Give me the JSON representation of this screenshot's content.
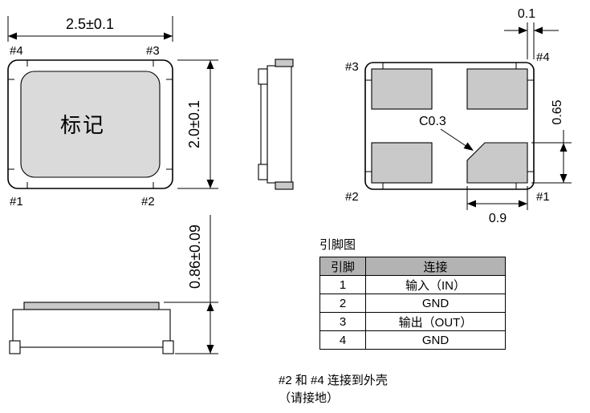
{
  "colors": {
    "line": "#000000",
    "pad_fill": "#c9c9c9",
    "marking_fill": "#dadada",
    "table_header_bg": "#b3b3b3",
    "background": "#ffffff"
  },
  "top_view": {
    "width_dim": "2.5±0.1",
    "height_dim": "2.0±0.1",
    "marking": "标记",
    "pins": {
      "top_left": "#4",
      "top_right": "#3",
      "bottom_left": "#1",
      "bottom_right": "#2"
    }
  },
  "bottom_view": {
    "pins": {
      "top_left": "#3",
      "top_right": "#4",
      "bottom_left": "#2",
      "bottom_right": "#1"
    },
    "gap_dim": "0.1",
    "pad_height_dim": "0.65",
    "pad_width_dim": "0.9",
    "chamfer_label": "C0.3"
  },
  "side_view": {
    "height_dim": "0.86±0.09"
  },
  "pin_table": {
    "title": "引脚图",
    "headers": {
      "pin": "引脚",
      "connection": "连接"
    },
    "rows": [
      {
        "pin": "1",
        "connection": "输入（IN）"
      },
      {
        "pin": "2",
        "connection": "GND"
      },
      {
        "pin": "3",
        "connection": "输出（OUT）"
      },
      {
        "pin": "4",
        "connection": "GND"
      }
    ]
  },
  "note": {
    "line1": "#2 和 #4 连接到外壳",
    "line2": "（请接地）"
  }
}
